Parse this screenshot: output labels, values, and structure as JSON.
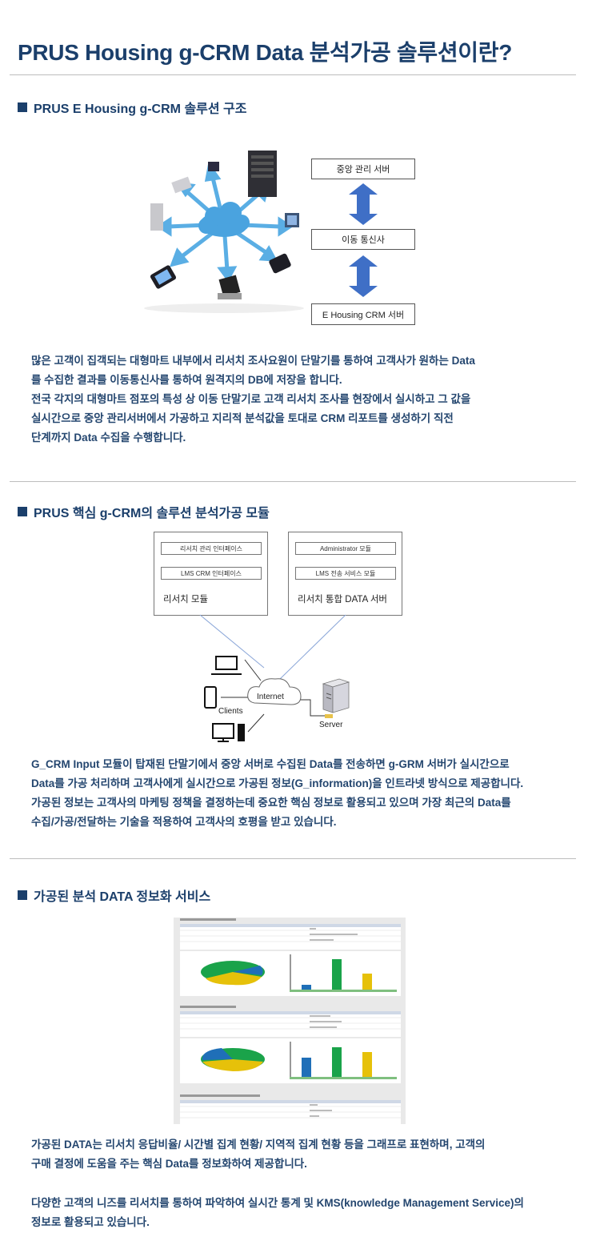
{
  "page": {
    "title": "PRUS Housing g-CRM Data 분석가공 솔루션이란?"
  },
  "section1": {
    "title": "PRUS E Housing g-CRM 솔루션 구조",
    "boxes": [
      "중앙 관리 서버",
      "이동 통신사",
      "E Housing CRM 서버"
    ],
    "paragraph": [
      "많은 고객이 집객되는 대형마트 내부에서 리서치 조사요원이 단말기를 통하여 고객사가 원하는 Data",
      "를 수집한 결과를 이동통신사를 통하여 원격지의 DB에 저장을 합니다.",
      "전국 각지의 대형마트 점포의 특성 상 이동 단말기로 고객 리서치 조사를 현장에서 실시하고 그 값을",
      "실시간으로 중앙 관리서버에서 가공하고 지리적 분석값을 토대로 CRM 리포트를 생성하기 직전",
      "단계까지 Data 수집을 수행합니다."
    ]
  },
  "section2": {
    "title": "PRUS 핵심 g-CRM의 솔루션 분석가공 모듈",
    "module_left": {
      "sub1": "리서치 관리 인터페이스",
      "sub2": "LMS CRM 인터페이스",
      "name": "리서치 모듈"
    },
    "module_right": {
      "sub1": "Administrator 모듈",
      "sub2": "LMS 전송 서비스 모듈",
      "name": "리서치 통합 DATA 서버"
    },
    "net": {
      "cloud": "Internet",
      "clients": "Clients",
      "server": "Server"
    },
    "paragraph": [
      "G_CRM Input 모듈이 탑재된 단말기에서 중앙 서버로 수집된 Data를 전송하면 g-GRM 서버가 실시간으로",
      "Data를 가공 처리하며 고객사에게 실시간으로 가공된 정보(G_information)을 인트라넷 방식으로 제공합니다.",
      "가공된 정보는 고객사의 마케팅 정책을 결정하는데 중요한 핵심 정보로 활용되고 있으며 가장 최근의 Data를",
      "수집/가공/전달하는 기술을 적용하여 고객사의 호평을 받고 있습니다."
    ]
  },
  "section3": {
    "title": "가공된 분석 DATA 정보화 서비스",
    "paragraph1": [
      "가공된 DATA는 리서치 응답비율/ 시간별 집계 현황/ 지역적 집계 현황 등을 그래프로 표현하며, 고객의",
      "구매 결정에 도움을 주는 핵심 Data를 정보화하여 제공합니다."
    ],
    "paragraph2": [
      "다양한 고객의 니즈를 리서치를 통하여 파악하여 실시간 통계 및 KMS(knowledge Management Service)의",
      "정보로 활용되고 있습니다."
    ]
  },
  "colors": {
    "title": "#1b3f6b",
    "text": "#24466f",
    "arrow": "#3f6fc6",
    "cloud": "#4aa3df",
    "bar_blue": "#1f6fb8",
    "bar_green": "#1aa34a",
    "bar_yellow": "#e6c10a"
  },
  "icons": [
    "square-bullet-icon",
    "cloud-icon",
    "server-rack-icon",
    "laptop-icon",
    "mobile-phone-icon",
    "desktop-icon",
    "double-arrow-icon"
  ]
}
